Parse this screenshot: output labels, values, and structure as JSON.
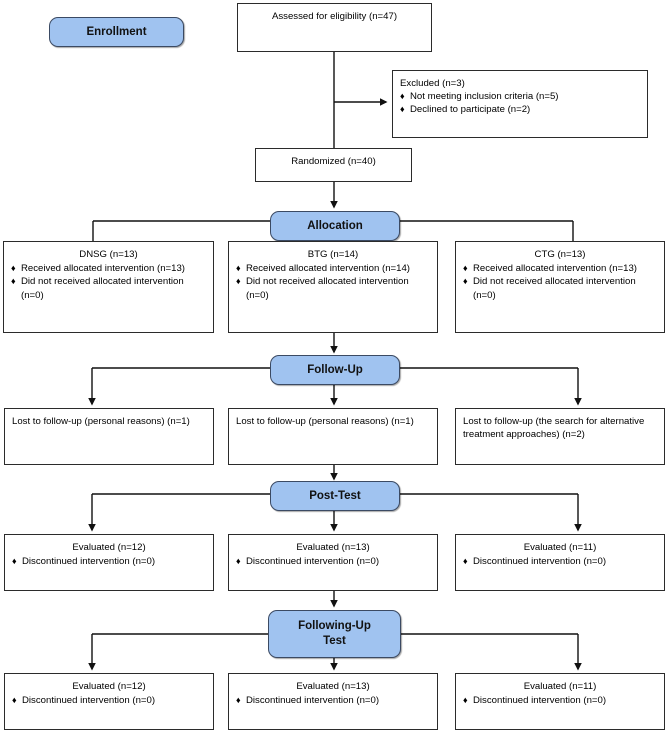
{
  "diagram": {
    "title": "CONSORT participant flow diagram",
    "type": "flowchart",
    "accent_color": "#a0c3f0",
    "border_color": "#2b2b2b",
    "badge_border_color": "#3b4a63",
    "bullet_glyph": "♦"
  },
  "stages": {
    "enrollment": "Enrollment",
    "allocation": "Allocation",
    "follow_up": "Follow-Up",
    "post_test": "Post-Test",
    "following_up_test_line1": "Following-Up",
    "following_up_test_line2": "Test"
  },
  "enrollment": {
    "assessed": "Assessed for eligibility (n=47)",
    "excluded_head": "Excluded (n=3)",
    "excluded_items": [
      "Not meeting inclusion criteria (n=5)",
      "Declined to participate (n=2)"
    ],
    "randomized": "Randomized (n=40)"
  },
  "allocation_boxes": [
    {
      "head": "DNSG (n=13)",
      "items": [
        "Received allocated intervention (n=13)",
        "Did not received allocated intervention (n=0)"
      ]
    },
    {
      "head": "BTG (n=14)",
      "items": [
        "Received allocated intervention (n=14)",
        "Did not received allocated intervention (n=0)"
      ]
    },
    {
      "head": "CTG (n=13)",
      "items": [
        "Received allocated intervention (n=13)",
        "Did not received allocated intervention (n=0)"
      ]
    }
  ],
  "follow_up_boxes": [
    {
      "text": "Lost to follow-up (personal reasons) (n=1)"
    },
    {
      "text": "Lost to follow-up (personal reasons) (n=1)"
    },
    {
      "text": "Lost to follow-up (the search for alternative treatment approaches) (n=2)"
    }
  ],
  "post_test_boxes": [
    {
      "head": "Evaluated (n=12)",
      "items": [
        "Discontinued intervention (n=0)"
      ]
    },
    {
      "head": "Evaluated (n=13)",
      "items": [
        "Discontinued intervention (n=0)"
      ]
    },
    {
      "head": "Evaluated (n=11)",
      "items": [
        "Discontinued intervention (n=0)"
      ]
    }
  ],
  "following_up_test_boxes": [
    {
      "head": "Evaluated (n=12)",
      "items": [
        "Discontinued intervention (n=0)"
      ]
    },
    {
      "head": "Evaluated (n=13)",
      "items": [
        "Discontinued intervention (n=0)"
      ]
    },
    {
      "head": "Evaluated (n=11)",
      "items": [
        "Discontinued intervention (n=0)"
      ]
    }
  ]
}
